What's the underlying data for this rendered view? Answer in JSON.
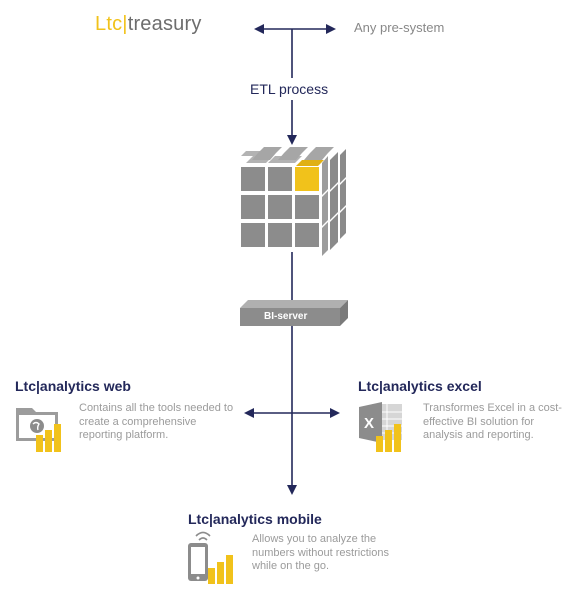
{
  "source": {
    "brand_prefix": "Ltc",
    "brand_sep": "|",
    "brand_name": "treasury",
    "pre_system": "Any pre-system"
  },
  "etl_label": "ETL process",
  "server_label": "BI-server",
  "products": {
    "web": {
      "title": "Ltc|analytics web",
      "description": "Contains all the tools needed to create a comprehensive reporting platform.",
      "icon": "folder-globe-icon"
    },
    "excel": {
      "title": "Ltc|analytics excel",
      "description": "Transformes Excel in a cost-effective BI solution for analysis and reporting.",
      "icon": "excel-icon"
    },
    "mobile": {
      "title": "Ltc|analytics mobile",
      "description": "Allows you to analyze the numbers without restrictions while on the go.",
      "icon": "phone-icon"
    }
  },
  "colors": {
    "navy": "#23285a",
    "yellow": "#f1c21b",
    "grey": "#8c8c8c"
  }
}
